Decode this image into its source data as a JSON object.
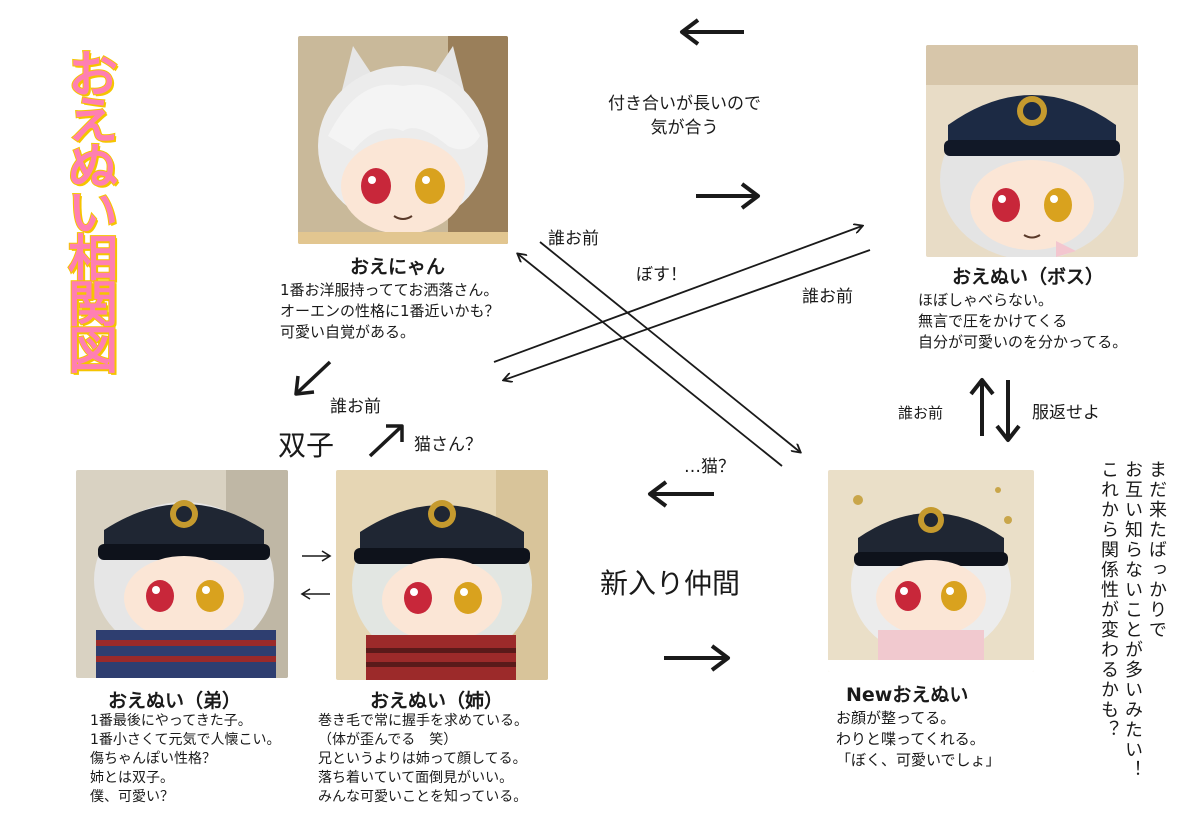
{
  "title": [
    "お",
    "え",
    "ぬ",
    "い",
    "相",
    "関",
    "図"
  ],
  "characters": {
    "oenyan": {
      "name": "おえにゃん",
      "desc": [
        "1番お洋服持っててお洒落さん。",
        "オーエンの性格に1番近いかも？",
        "可愛い自覚がある。"
      ]
    },
    "boss": {
      "name": "おえぬい（ボス）",
      "desc": [
        "ほぼしゃべらない。",
        "無言で圧をかけてくる",
        "自分が可愛いのを分かってる。"
      ]
    },
    "younger": {
      "name": "おえぬい（弟）",
      "desc": [
        "1番最後にやってきた子。",
        "1番小さくて元気で人懐こい。",
        "傷ちゃんぽい性格？",
        "姉とは双子。",
        "僕、可愛い？"
      ]
    },
    "elder": {
      "name": "おえぬい（姉）",
      "desc": [
        "巻き毛で常に握手を求めている。",
        "（体が歪んでる　笑）",
        "兄というよりは姉って顔してる。",
        "落ち着いていて面倒見がいい。",
        "みんな可愛いことを知っている。"
      ]
    },
    "new": {
      "name": "Newおえぬい",
      "desc": [
        "お顔が整ってる。",
        "わりと喋ってくれる。",
        "「ぼく、可愛いでしょ」"
      ]
    }
  },
  "labels": {
    "long_time": [
      "付き合いが長いので",
      "気が合う"
    ],
    "who_are_you_1": "誰お前",
    "boss_call": "ぼす！",
    "who_are_you_2": "誰お前",
    "who_are_you_3": "誰お前",
    "twins": "双子",
    "cat_question": "猫さん？",
    "cat_dots": "…猫？",
    "new_member": "新入り仲間",
    "who_are_you_4": "誰お前",
    "return_clothes": "服返せよ",
    "side_note": [
      "まだ来たばっかりで",
      "お互い知らないことが多いみたい！",
      "これから関係性が変わるかも？"
    ]
  },
  "colors": {
    "title_fill": "#ff7fb2",
    "title_outline": "#f5c400"
  },
  "icons": {
    "arrow": "arrow-icon"
  }
}
